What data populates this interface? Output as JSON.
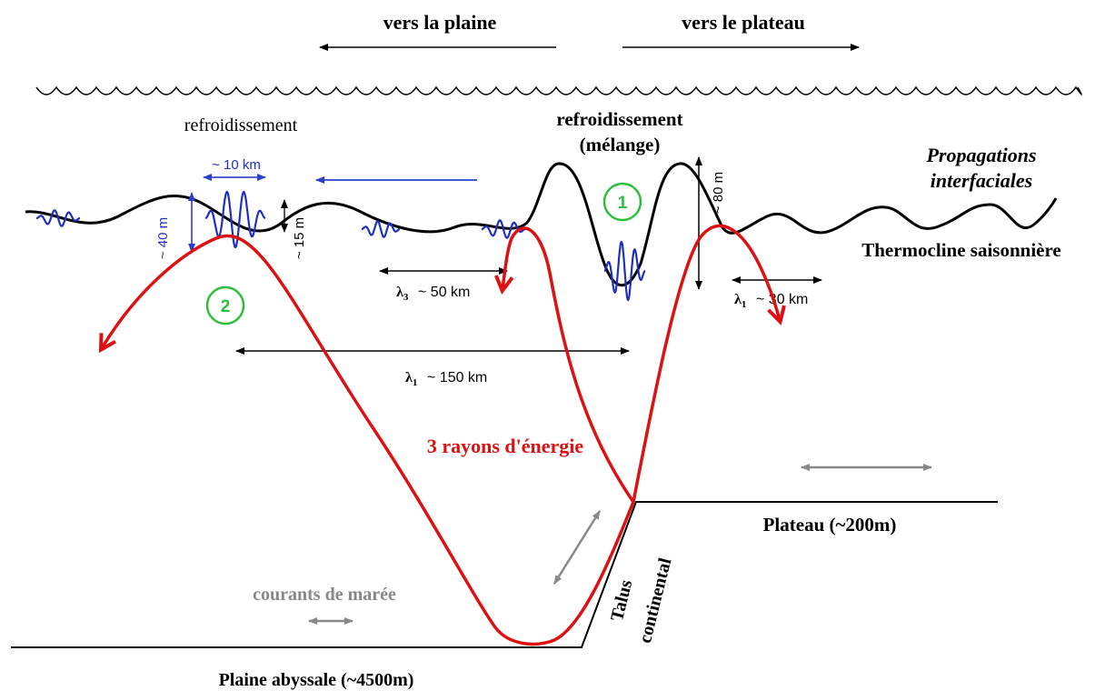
{
  "colors": {
    "black": "#000000",
    "wave_blue": "#1f2fbf",
    "arrow_blue": "#2a3fd0",
    "ray_red": "#dd1111",
    "green": "#2fbf3f",
    "grey": "#888888"
  },
  "labels": {
    "vers_plaine": "vers la plaine",
    "vers_plateau": "vers le plateau",
    "refroid_left": "refroidissement",
    "refroid_right_l1": "refroidissement",
    "refroid_right_l2": "(mélange)",
    "propagations_l1": "Propagations",
    "propagations_l2": "interfaciales",
    "thermocline": "Thermocline saisonnière",
    "km10": "~ 10 km",
    "m40": "~ 40 m",
    "m15": "~ 15 m",
    "m80": "~ 80 m",
    "lambda3_sym": "λ",
    "lambda3_sub": "3",
    "lambda3_val": "~ 50 km",
    "lambda1a_sym": "λ",
    "lambda1a_sub": "1",
    "lambda1a_val": "~ 30 km",
    "lambda1b_sym": "λ",
    "lambda1b_sub": "1",
    "lambda1b_val": "~ 150 km",
    "circle1": "1",
    "circle2": "2",
    "rays": "3 rayons d'énergie",
    "plateau": "Plateau (~200m)",
    "courants": "courants de marée",
    "talus_l1": "Talus",
    "talus_l2": "continental",
    "plaine": "Plaine abyssale (~4500m)"
  }
}
